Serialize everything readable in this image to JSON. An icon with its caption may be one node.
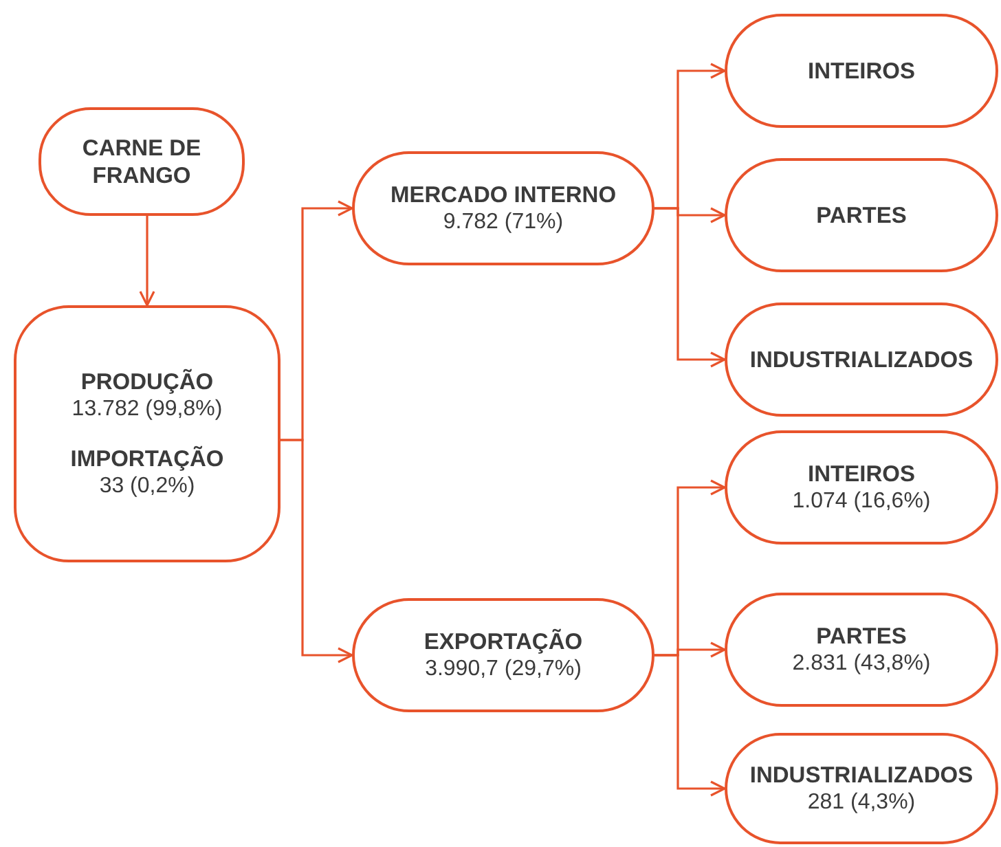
{
  "diagram": {
    "nodes": [
      {
        "text": [
          "CARNE DE FRANGO"
        ]
      },
      {
        "text": [
          "PRODUÇÃO",
          "13.782 (99,8%)",
          "IMPORTAÇÃO",
          "33 (0,2%)"
        ]
      },
      {
        "text": [
          "MERCADO INTERNO",
          "9.782 (71%)"
        ]
      },
      {
        "text": [
          "EXPORTAÇÃO",
          "3.990,7 (29,7%)"
        ]
      },
      {
        "text": [
          "INTEIROS"
        ]
      },
      {
        "text": [
          "PARTES"
        ]
      },
      {
        "text": [
          "INDUSTRIALIZADOS"
        ]
      },
      {
        "text": [
          "INTEIROS",
          "1.074 (16,6%)"
        ]
      },
      {
        "text": [
          "PARTES",
          "2.831 (43,8%)"
        ]
      },
      {
        "text": [
          "INDUSTRIALIZADOS",
          "281 (4,3%)"
        ]
      }
    ],
    "edges": [
      {
        "from": 0,
        "to": 1,
        "arrow": "to"
      },
      {
        "from": 1,
        "to": 2,
        "arrow": "to"
      },
      {
        "from": 1,
        "to": 3,
        "arrow": "to"
      },
      {
        "from": 2,
        "to": 4,
        "arrow": "to"
      },
      {
        "from": 2,
        "to": 5,
        "arrow": "to"
      },
      {
        "from": 2,
        "to": 6,
        "arrow": "to"
      },
      {
        "from": 3,
        "to": 7,
        "arrow": "to"
      },
      {
        "from": 3,
        "to": 8,
        "arrow": "to"
      },
      {
        "from": 3,
        "to": 9,
        "arrow": "to"
      }
    ]
  }
}
